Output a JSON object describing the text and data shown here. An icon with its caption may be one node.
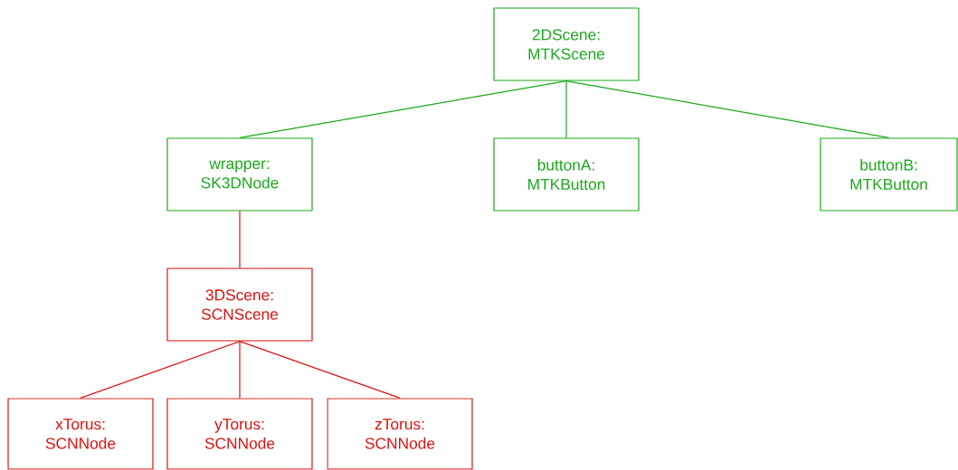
{
  "diagram": {
    "nodes": [
      {
        "text": [
          "2DScene: MTKScene"
        ]
      },
      {
        "text": [
          "wrapper: SK3DNode"
        ]
      },
      {
        "text": [
          "buttonA: MTKButton"
        ]
      },
      {
        "text": [
          "buttonB: MTKButton"
        ]
      },
      {
        "text": [
          "3DScene: SCNScene"
        ]
      },
      {
        "text": [
          "xTorus: SCNNode"
        ]
      },
      {
        "text": [
          "yTorus: SCNNode"
        ]
      },
      {
        "text": [
          "zTorus: SCNNode"
        ]
      }
    ],
    "edges": [
      {
        "from": 0,
        "to": 1,
        "arrow": "none",
        "color": "#1aa81a"
      },
      {
        "from": 0,
        "to": 2,
        "arrow": "none",
        "color": "#1aa81a"
      },
      {
        "from": 0,
        "to": 3,
        "arrow": "none",
        "color": "#1aa81a"
      },
      {
        "from": 1,
        "to": 4,
        "arrow": "none"
      },
      {
        "from": 4,
        "to": 5,
        "arrow": "none"
      },
      {
        "from": 4,
        "to": 6,
        "arrow": "none"
      },
      {
        "from": 4,
        "to": 7,
        "arrow": "none"
      }
    ]
  }
}
